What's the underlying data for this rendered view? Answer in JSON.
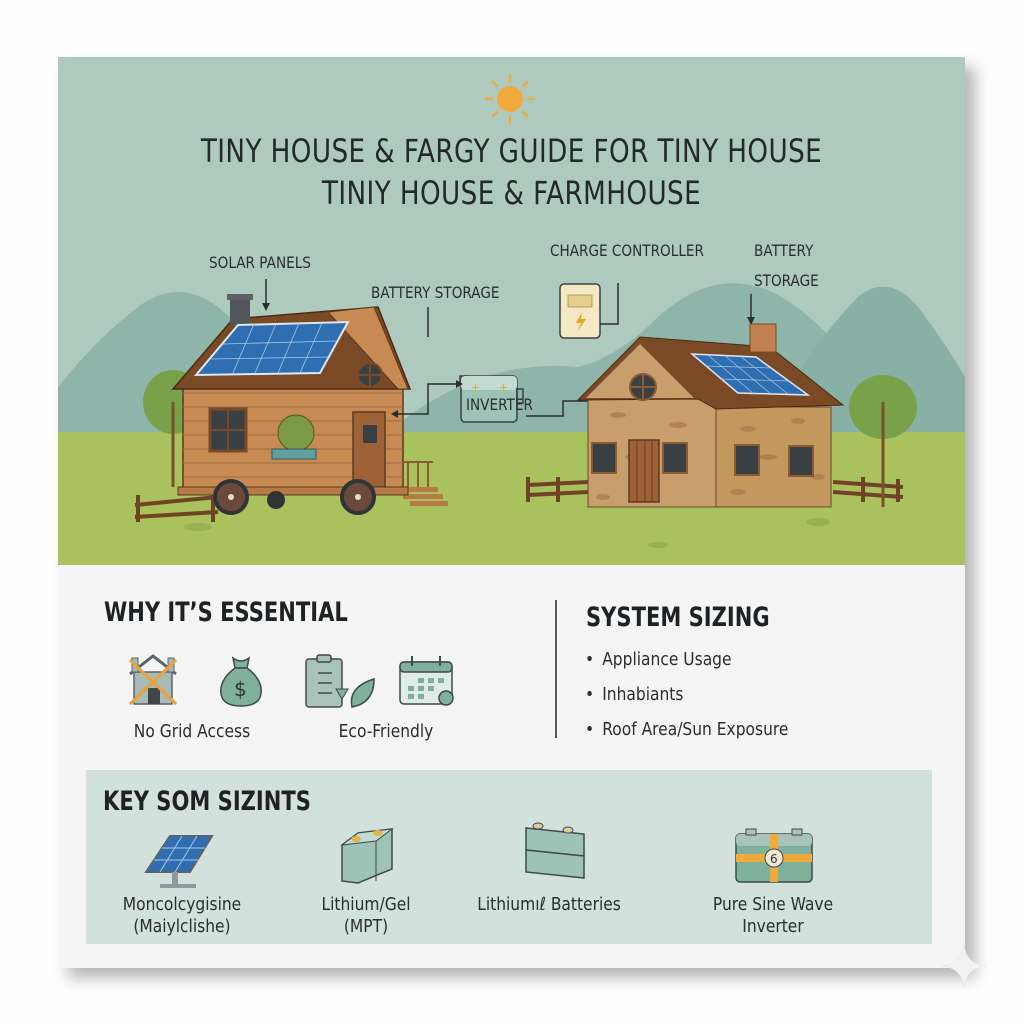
{
  "page": {
    "background": "#fdfdfd",
    "card_background": "#f4f5f4"
  },
  "hero": {
    "sky_color": "#aecabf",
    "hill_color": "#8fb5aa",
    "grass_color": "#a9c25e",
    "sun_color": "#f0aa3c",
    "title_line_1": "TINY HOUSE & FARGY GUIDE FOR TINY HOUSE",
    "title_line_2": "TINIY HOUSE & FARMHOUSE",
    "labels": {
      "solar_panels": "SOLAR PANELS",
      "battery_storage_left": "BATTERY STORAGE",
      "charge_controller": "CHARGE CONTROLLER",
      "inverter": "INVERTER",
      "battery_storage_right_line1": "BATTERY",
      "battery_storage_right_line2": "STORAGE"
    },
    "houses": [
      "tiny-house-on-wheels",
      "stone-farmhouse"
    ]
  },
  "why_essential": {
    "title": "WHY IT’S ESSENTIAL",
    "icons": [
      "no-grid-house-icon",
      "money-bag-icon",
      "checklist-leaf-icon",
      "calendar-icon"
    ],
    "captions": [
      "No Grid Access",
      "Eco-Friendly"
    ]
  },
  "system_sizing": {
    "title": "SYSTEM SIZING",
    "items": [
      "Appliance Usage",
      "Inhabiants",
      "Roof Area/Sun Exposure"
    ]
  },
  "key_components": {
    "title": "KEY SOM SIZINTS",
    "panel_color": "#d3e1dc",
    "items": [
      {
        "icon": "solar-panel-icon",
        "line1": "Moncolcygisine",
        "line2": "(Maiylclishe)"
      },
      {
        "icon": "battery-icon",
        "line1": "Lithium/Gel",
        "line2": "(MPT)"
      },
      {
        "icon": "stacked-batteries-icon",
        "line1": "Lithiumıℓ Batteries",
        "line2": ""
      },
      {
        "icon": "inverter-icon",
        "line1": "Pure Sine Wave",
        "line2": "Inverter",
        "badge": "6"
      }
    ]
  }
}
